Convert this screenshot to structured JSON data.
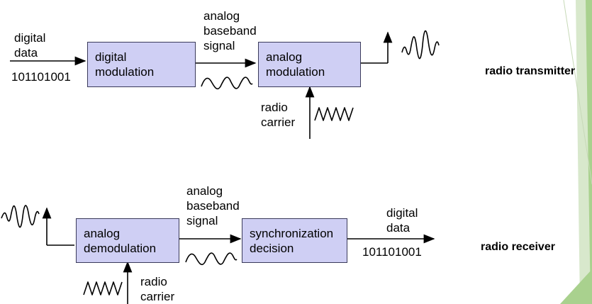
{
  "transmitter": {
    "input_label_line1": "digital",
    "input_label_line2": "data",
    "input_bits": "101101001",
    "box1_line1": "digital",
    "box1_line2": "modulation",
    "signal_label_line1": "analog",
    "signal_label_line2": "baseband",
    "signal_label_line3": "signal",
    "box2_line1": "analog",
    "box2_line2": "modulation",
    "carrier_label_line1": "radio",
    "carrier_label_line2": "carrier",
    "title": "radio transmitter"
  },
  "receiver": {
    "box1_line1": "analog",
    "box1_line2": "demodulation",
    "signal_label_line1": "analog",
    "signal_label_line2": "baseband",
    "signal_label_line3": "signal",
    "box2_line1": "synchronization",
    "box2_line2": "decision",
    "output_label_line1": "digital",
    "output_label_line2": "data",
    "output_bits": "101101001",
    "carrier_label_line1": "radio",
    "carrier_label_line2": "carrier",
    "title": "radio receiver"
  },
  "colors": {
    "box_fill": "#cfcff4",
    "box_border": "#3a3a5a",
    "accent_green": "#a9d18e"
  }
}
